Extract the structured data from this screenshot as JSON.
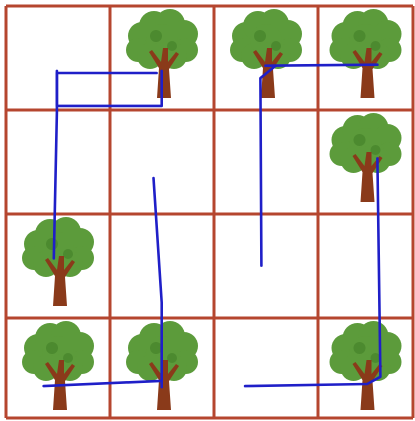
{
  "puzzle": {
    "rows": 4,
    "cols": 4,
    "colors": {
      "background": "#ffffff",
      "grid_line": "#b5462f",
      "path": "#1f1fc8",
      "foliage": "#5c9b3b",
      "foliage_dark": "#4c8a2f",
      "trunk": "#8a3a1a"
    },
    "trees": [
      {
        "row": 0,
        "col": 1
      },
      {
        "row": 0,
        "col": 2
      },
      {
        "row": 0,
        "col": 3
      },
      {
        "row": 1,
        "col": 3
      },
      {
        "row": 2,
        "col": 0
      },
      {
        "row": 3,
        "col": 0
      },
      {
        "row": 3,
        "col": 1
      },
      {
        "row": 3,
        "col": 3
      }
    ],
    "paths": [
      [
        [
          0.5,
          0.63
        ],
        [
          0.5,
          0.97
        ],
        [
          1.53,
          0.97
        ],
        [
          1.53,
          0.63
        ]
      ],
      [
        [
          0.47,
          2.45
        ],
        [
          0.5,
          1.03
        ],
        [
          0.5,
          0.65
        ],
        [
          1.48,
          0.65
        ]
      ],
      [
        [
          1.45,
          1.67
        ],
        [
          1.53,
          2.88
        ],
        [
          1.53,
          3.7
        ]
      ],
      [
        [
          0.37,
          3.69
        ],
        [
          1.52,
          3.64
        ]
      ],
      [
        [
          2.55,
          0.58
        ],
        [
          3.65,
          0.57
        ]
      ],
      [
        [
          2.51,
          2.52
        ],
        [
          2.5,
          0.7
        ],
        [
          2.65,
          0.58
        ]
      ],
      [
        [
          3.65,
          1.48
        ],
        [
          3.68,
          3.6
        ],
        [
          3.55,
          3.67
        ],
        [
          2.35,
          3.69
        ]
      ]
    ]
  }
}
